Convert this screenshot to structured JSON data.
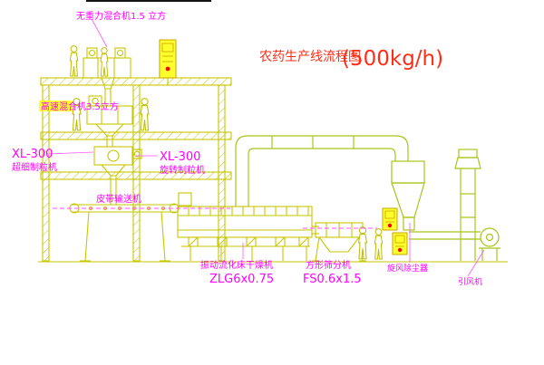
{
  "title": {
    "main": "农药生产线流程图",
    "capacity": "(500kg/h)"
  },
  "labels": {
    "gravity_mixer": "无重力混合机1.5 立方",
    "high_speed_mixer": "高速混合机3.5立方",
    "granulator_left_model": "XL-300",
    "granulator_left_name": "超细制粒机",
    "granulator_mid_model": "XL-300",
    "granulator_mid_name": "旋转制粒机",
    "belt_conveyor": "皮带输送机",
    "dryer_name": "振动流化床干燥机",
    "dryer_model": "ZLG6x0.75",
    "sieve_name": "方形筛分机",
    "sieve_model": "FS0.6x1.5",
    "cyclone": "旋风除尘器",
    "fan": "引风机"
  },
  "colors": {
    "line_yellow": "#c6c600",
    "pipe_green": "#a9c41a",
    "label_magenta": "#ff00ff",
    "title_red": "#ff2d16",
    "cabinet_yellow": "#ffff2b",
    "indicator_red": "#ff0000",
    "background": "#ffffff"
  }
}
